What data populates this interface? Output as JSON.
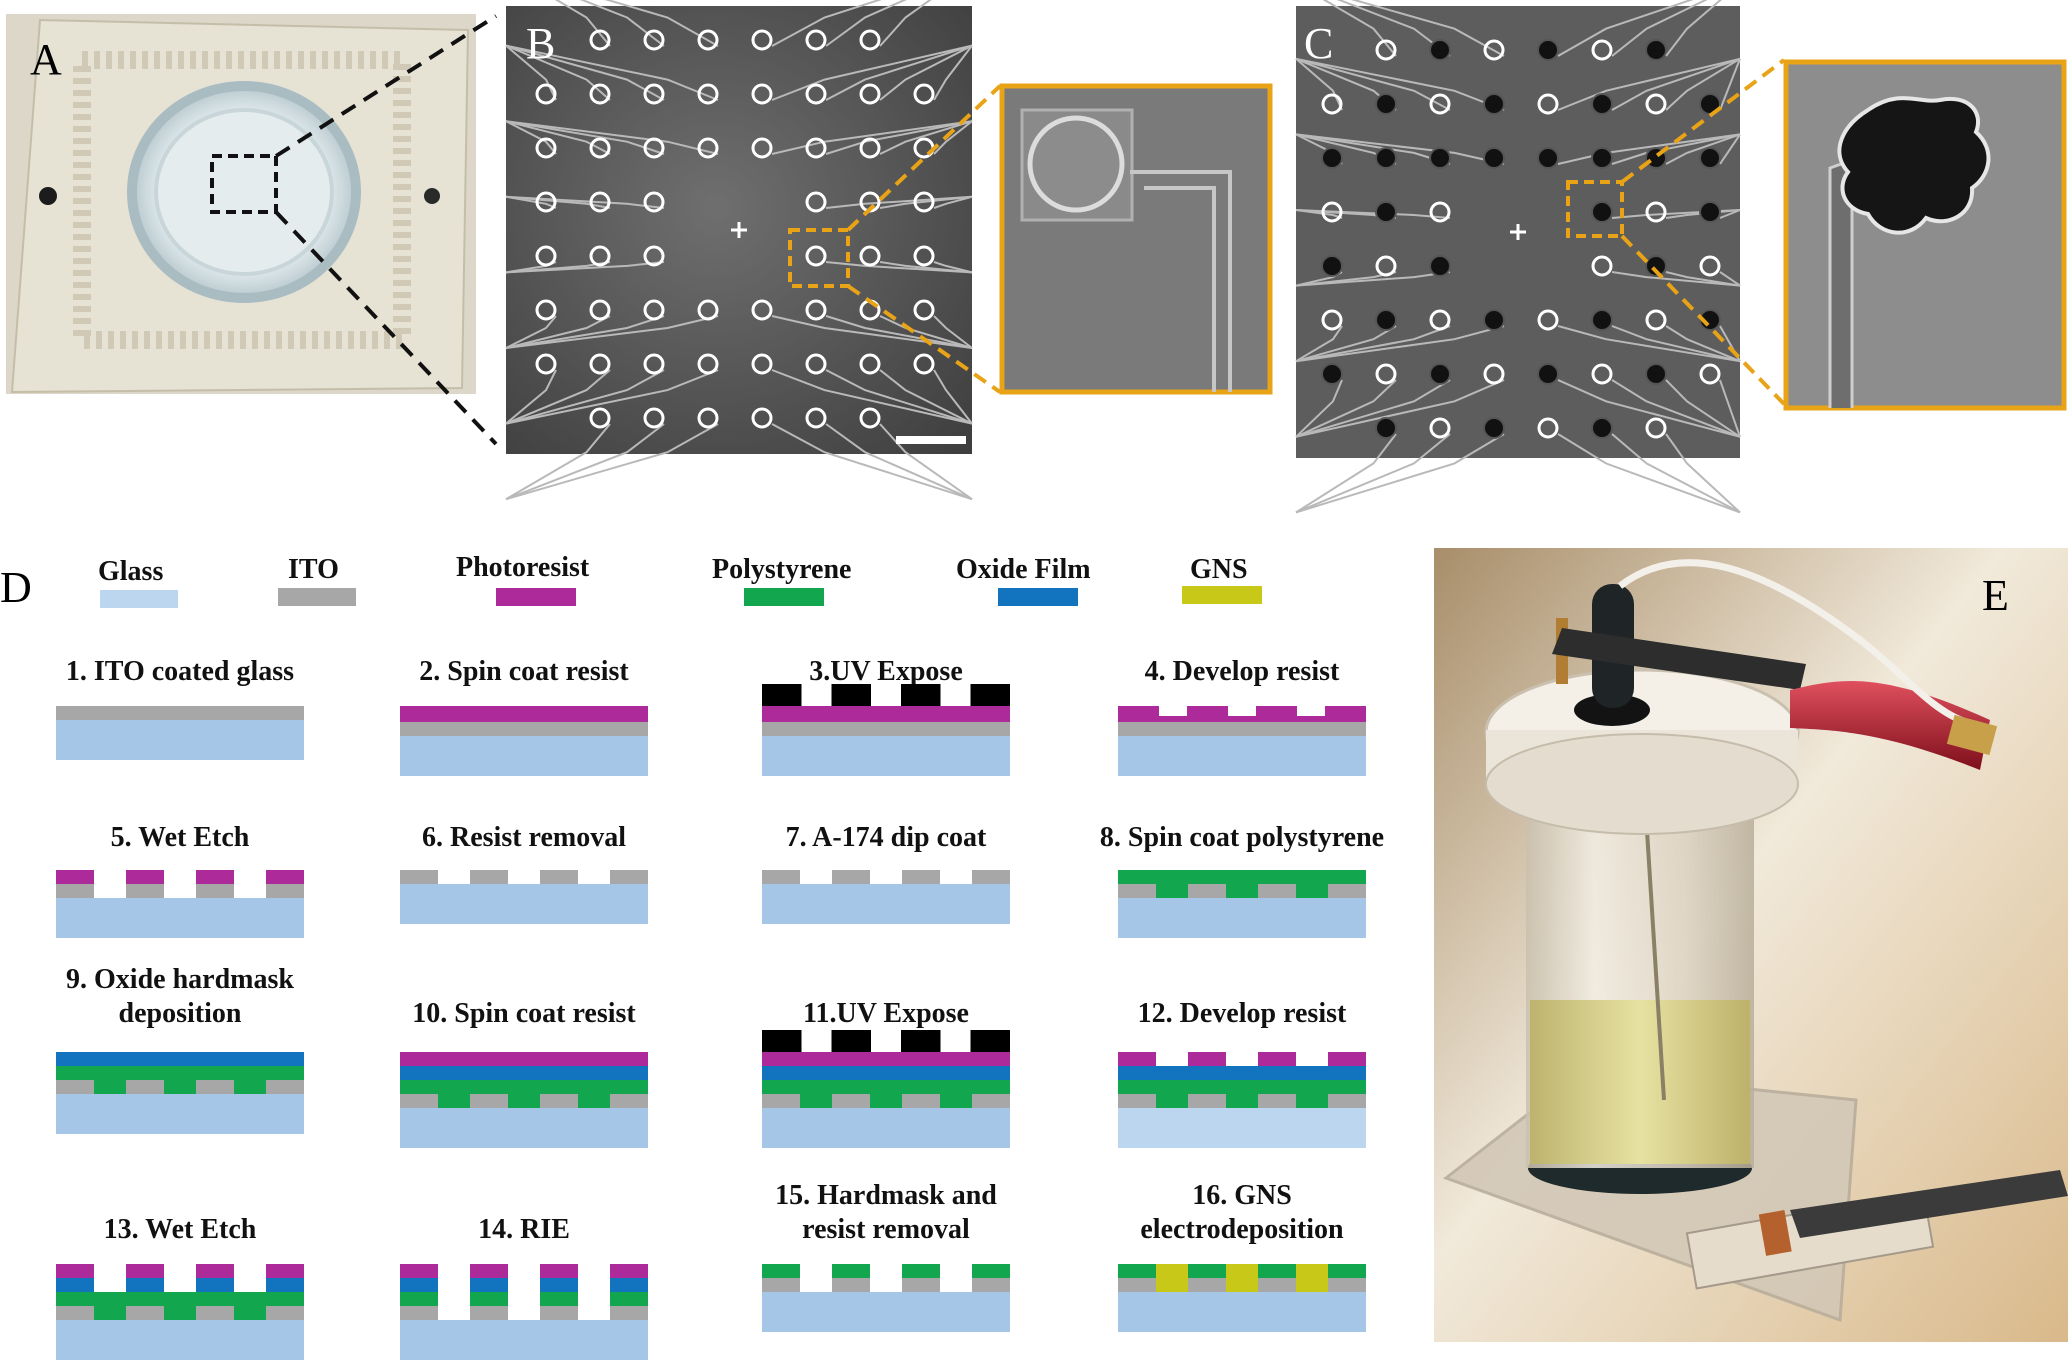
{
  "panels": {
    "a": "A",
    "b": "B",
    "c": "C",
    "d": "D",
    "e": "E"
  },
  "legend": [
    {
      "label": "Glass",
      "color": "#bcd6ef"
    },
    {
      "label": "ITO",
      "color": "#a7a7a7"
    },
    {
      "label": "Photoresist",
      "color": "#ad2a9b"
    },
    {
      "label": "Polystyrene",
      "color": "#12a64f"
    },
    {
      "label": "Oxide Film",
      "color": "#1274bf"
    },
    {
      "label": "GNS",
      "color": "#c8c818"
    }
  ],
  "steps": [
    {
      "label": "1. ITO coated glass"
    },
    {
      "label": "2. Spin coat resist"
    },
    {
      "label": "3.UV Expose"
    },
    {
      "label": "4. Develop resist"
    },
    {
      "label": "5. Wet Etch"
    },
    {
      "label": "6. Resist removal"
    },
    {
      "label": "7. A-174 dip coat"
    },
    {
      "label": "8. Spin coat polystyrene"
    },
    {
      "label": "9. Oxide hardmask",
      "label2": "deposition"
    },
    {
      "label": "10. Spin coat resist"
    },
    {
      "label": "11.UV Expose"
    },
    {
      "label": "12. Develop resist"
    },
    {
      "label": "13. Wet Etch"
    },
    {
      "label": "14. RIE"
    },
    {
      "label": "15. Hardmask and",
      "label2": "resist removal"
    },
    {
      "label": "16. GNS",
      "label2": "electrodeposition"
    }
  ],
  "colors": {
    "glass": "#bcd6ef",
    "glass_dark": "#a5c6e6",
    "ito": "#a7a7a7",
    "resist": "#ad2a9b",
    "polystyrene": "#12a64f",
    "oxide": "#1274bf",
    "gns": "#c8c818",
    "mask": "#000000",
    "zoom_line": "#e8a317"
  }
}
